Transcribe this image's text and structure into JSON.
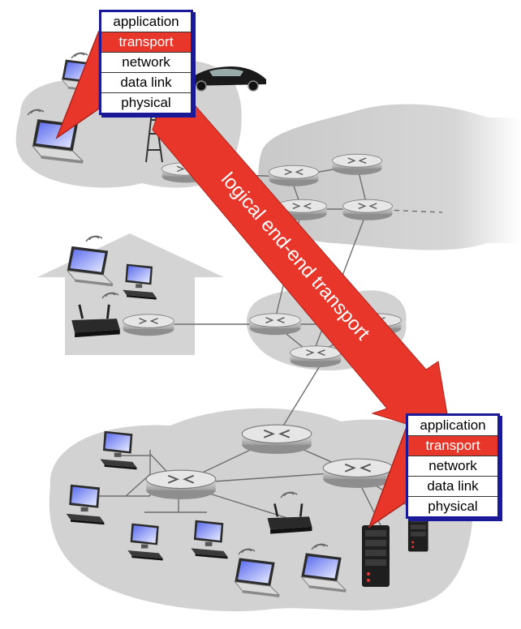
{
  "stack_top": {
    "layers": [
      "application",
      "transport",
      "network",
      "data link",
      "physical"
    ],
    "highlight": "transport"
  },
  "stack_bottom": {
    "layers": [
      "application",
      "transport",
      "network",
      "data link",
      "physical"
    ],
    "highlight": "transport"
  },
  "arrow_label": "logical end-end transport",
  "colors": {
    "arrow": "#e8372a",
    "stack_border": "#1a1a99",
    "network_cloud": "#cfcfcf",
    "router": "#b9b9b9",
    "laptop_screen": "#3c4fd6"
  }
}
